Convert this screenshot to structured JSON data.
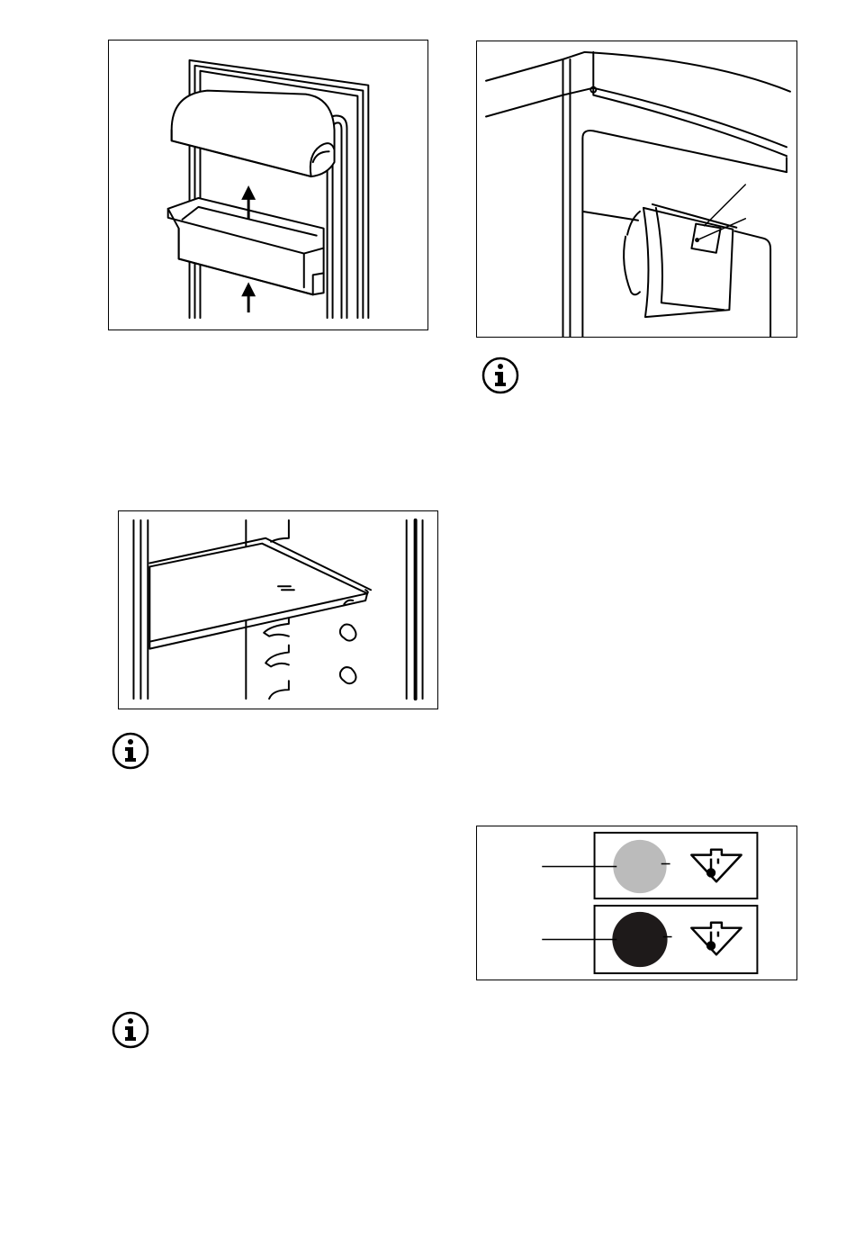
{
  "page": {
    "background": "#ffffff",
    "line_color": "#000000"
  },
  "figures": [
    {
      "name": "door-balcony-removal-illustration",
      "icons": [
        "arrow-up-icon",
        "arrow-up-icon"
      ]
    },
    {
      "name": "glass-shelf-positioning-illustration",
      "icons": []
    },
    {
      "name": "ceiling-light-housing-illustration",
      "icons": []
    },
    {
      "name": "temperature-indicator-illustration",
      "icons": [
        "thermometer-warning-icon",
        "thermometer-warning-icon"
      ],
      "indicator_colors": {
        "ok": "#bbbbbb",
        "too_warm": "#1e1a1a"
      }
    }
  ],
  "info_icons": [
    "info-icon",
    "info-icon",
    "info-icon"
  ]
}
